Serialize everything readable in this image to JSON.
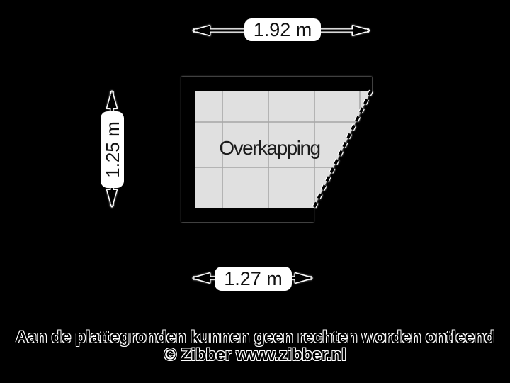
{
  "colors": {
    "background": "#000000",
    "ink": "#000000",
    "halo": "#ffffff",
    "floor": "#e0e0e0",
    "grid": "#a6a6a6",
    "wall": "#000000",
    "label_bg": "#ffffff",
    "label_text": "#111111"
  },
  "plan": {
    "room_label": "Overkapping"
  },
  "dimensions": {
    "width_top": "1.92 m",
    "height_left": "1.25 m",
    "width_bottom": "1.27 m"
  },
  "footer": {
    "disclaimer": "Aan de plattegronden kunnen geen rechten worden ontleend",
    "copyright": "© Zibber www.zibber.nl"
  }
}
